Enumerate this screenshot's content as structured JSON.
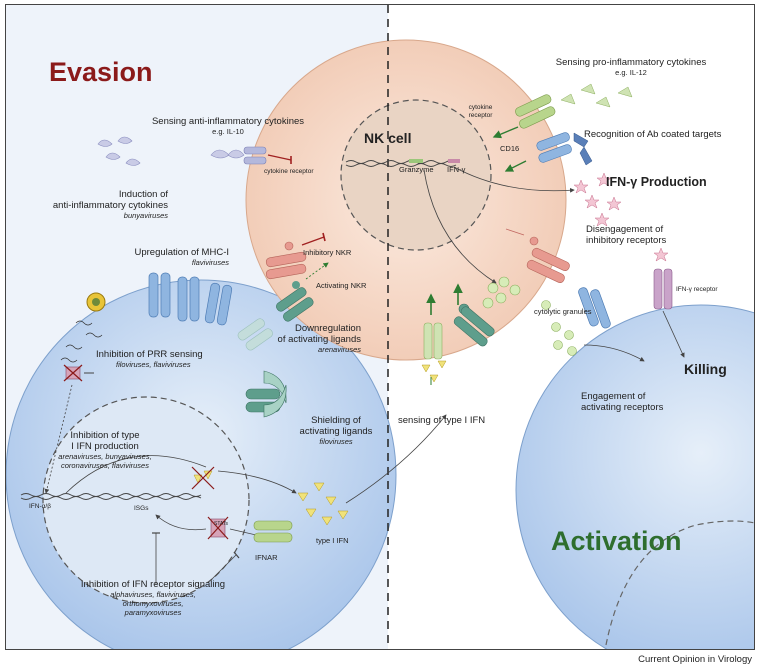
{
  "titles": {
    "evasion": "Evasion",
    "activation": "Activation",
    "nk_cell": "NK cell",
    "ifn_gamma_production": "IFN-γ Production",
    "killing": "Killing"
  },
  "left": {
    "sensing_anti": "Sensing anti-inflammatory cytokines",
    "sensing_anti_eg": "e.g. IL-10",
    "cytokine_receptor": "cytokine receptor",
    "induction_line1": "Induction of",
    "induction_line2": "anti-inflammatory cytokines",
    "induction_virus": "bunyaviruses",
    "upreg": "Upregulation of MHC-I",
    "upreg_virus": "flaviviruses",
    "inhibitory_nkr": "Inhibitory NKR",
    "activating_nkr": "Activating NKR",
    "downreg_line1": "Downregulation",
    "downreg_line2": "of activating ligands",
    "downreg_virus": "arenaviruses",
    "prr": "Inhibition of PRR sensing",
    "prr_virus": "filoviruses, flaviviruses",
    "type1_line1": "Inhibition of type",
    "type1_line2": "I IFN production",
    "type1_virus1": "arenaviruses, bunyaviruses,",
    "type1_virus2": "coronaviruses, flaviviruses",
    "shield_line1": "Shielding of",
    "shield_line2": "activating ligands",
    "shield_virus": "filoviruses",
    "ifn_ab": "IFN-α/β",
    "isgs": "ISGs",
    "stat": "STATs",
    "type_i_ifn": "type I IFN",
    "ifnar": "IFNAR",
    "ifnr_signal": "Inhibition of IFN receptor signaling",
    "ifnr_virus1": "alphaviruses, flaviviruses,",
    "ifnr_virus2": "orthomyxoviruses,",
    "ifnr_virus3": "paramyxoviruses"
  },
  "right": {
    "sensing_pro": "Sensing pro-inflammatory cytokines",
    "sensing_pro_eg": "e.g. IL-12",
    "cytokine_receptor_1": "cytokine",
    "cytokine_receptor_2": "receptor",
    "cd16": "CD16",
    "recognition": "Recognition of Ab coated targets",
    "granzyme": "Granzyme",
    "ifn_g": "IFN-γ",
    "disengage_1": "Disengagement of",
    "disengage_2": "inhibitory receptors",
    "ifng_receptor": "IFN-γ receptor",
    "cytolytic": "cytolytic granules",
    "sensing_type1": "sensing of type I IFN",
    "engagement_1": "Engagement of",
    "engagement_2": "activating receptors"
  },
  "footer": "Current Opinion in Virology",
  "colors": {
    "evasion": "#8b1a1a",
    "activation": "#2e6e2e",
    "nk_cell_fill": "#f6dccb",
    "target_cell_fill": "#bdd3ee",
    "left_bg": "#eef3fa",
    "inhibitory_receptor": "#e79a90",
    "activating_receptor": "#5e9e8c",
    "mhc": "#8fb5e0",
    "ifn_ligand": "#f0e27a"
  }
}
